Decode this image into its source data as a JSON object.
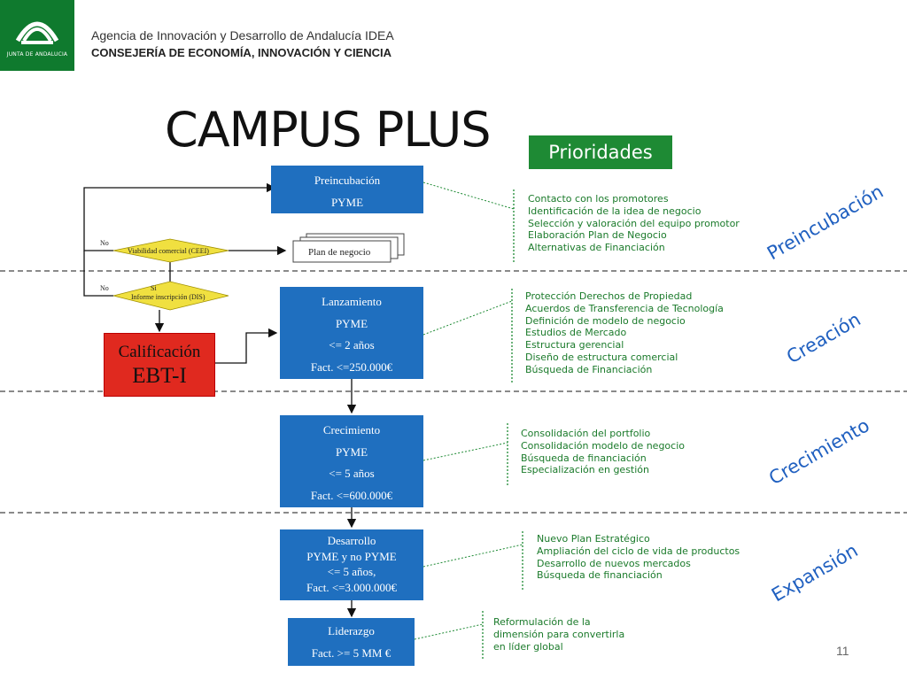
{
  "header": {
    "logo_text": "JUNTA DE ANDALUCIA",
    "agency": "Agencia de Innovación y Desarrollo de Andalucía IDEA",
    "consejeria": "CONSEJERÍA DE ECONOMÍA, INNOVACIÓN Y CIENCIA"
  },
  "title": "CAMPUS PLUS",
  "prioridades": "Prioridades",
  "boxes": {
    "preincubacion": [
      "Preincubación",
      "PYME"
    ],
    "plan": "Plan de negocio",
    "lanzamiento": [
      "Lanzamiento",
      "PYME",
      "<= 2 años",
      "Fact. <=250.000€"
    ],
    "crecimiento": [
      "Crecimiento",
      "PYME",
      "<= 5 años",
      "Fact. <=600.000€"
    ],
    "desarrollo": [
      "Desarrollo",
      "PYME y no PYME",
      "<= 5 años,",
      "Fact. <=3.000.000€"
    ],
    "liderazgo": [
      "Liderazgo",
      "Fact. >= 5 MM €"
    ]
  },
  "decisions": {
    "viabilidad": "Viabilidad comercial (CEEI)",
    "informe": "Informe inscripción (DIS)",
    "no1": "No",
    "no2": "No",
    "si1": "Si",
    "si2": "Si"
  },
  "ebt": {
    "line1": "Calificación",
    "line2": "EBT-I"
  },
  "lists": {
    "preincubacion": [
      "Contacto con los promotores",
      "Identificación de la idea de negocio",
      "Selección y valoración del equipo promotor",
      "Elaboración Plan de Negocio",
      "Alternativas de Financiación"
    ],
    "creacion": [
      "Protección Derechos de Propiedad",
      "Acuerdos de Transferencia de Tecnología",
      "Definición de modelo de negocio",
      "Estudios de Mercado",
      "Estructura gerencial",
      "Diseño de estructura comercial",
      "Búsqueda de Financiación"
    ],
    "crecimiento": [
      "Consolidación del portfolio",
      "Consolidación modelo de negocio",
      "Búsqueda de financiación",
      "Especialización en gestión"
    ],
    "expansion": [
      "Nuevo Plan Estratégico",
      "Ampliación del ciclo de vida de productos",
      "Desarrollo de nuevos mercados",
      "Búsqueda de financiación"
    ],
    "liderazgo": [
      "Reformulación de la",
      "dimensión para convertirla",
      "en líder global"
    ]
  },
  "stages": {
    "preincubacion": "Preincubación",
    "creacion": "Creación",
    "crecimiento": "Crecimiento",
    "expansion": "Expansión"
  },
  "page_number": "11",
  "colors": {
    "green": "#1e8a34",
    "blue_box": "#1f6fbf",
    "red_box": "#e0291f",
    "stage_text": "#2060c0",
    "list_text": "#1a7a2a"
  }
}
